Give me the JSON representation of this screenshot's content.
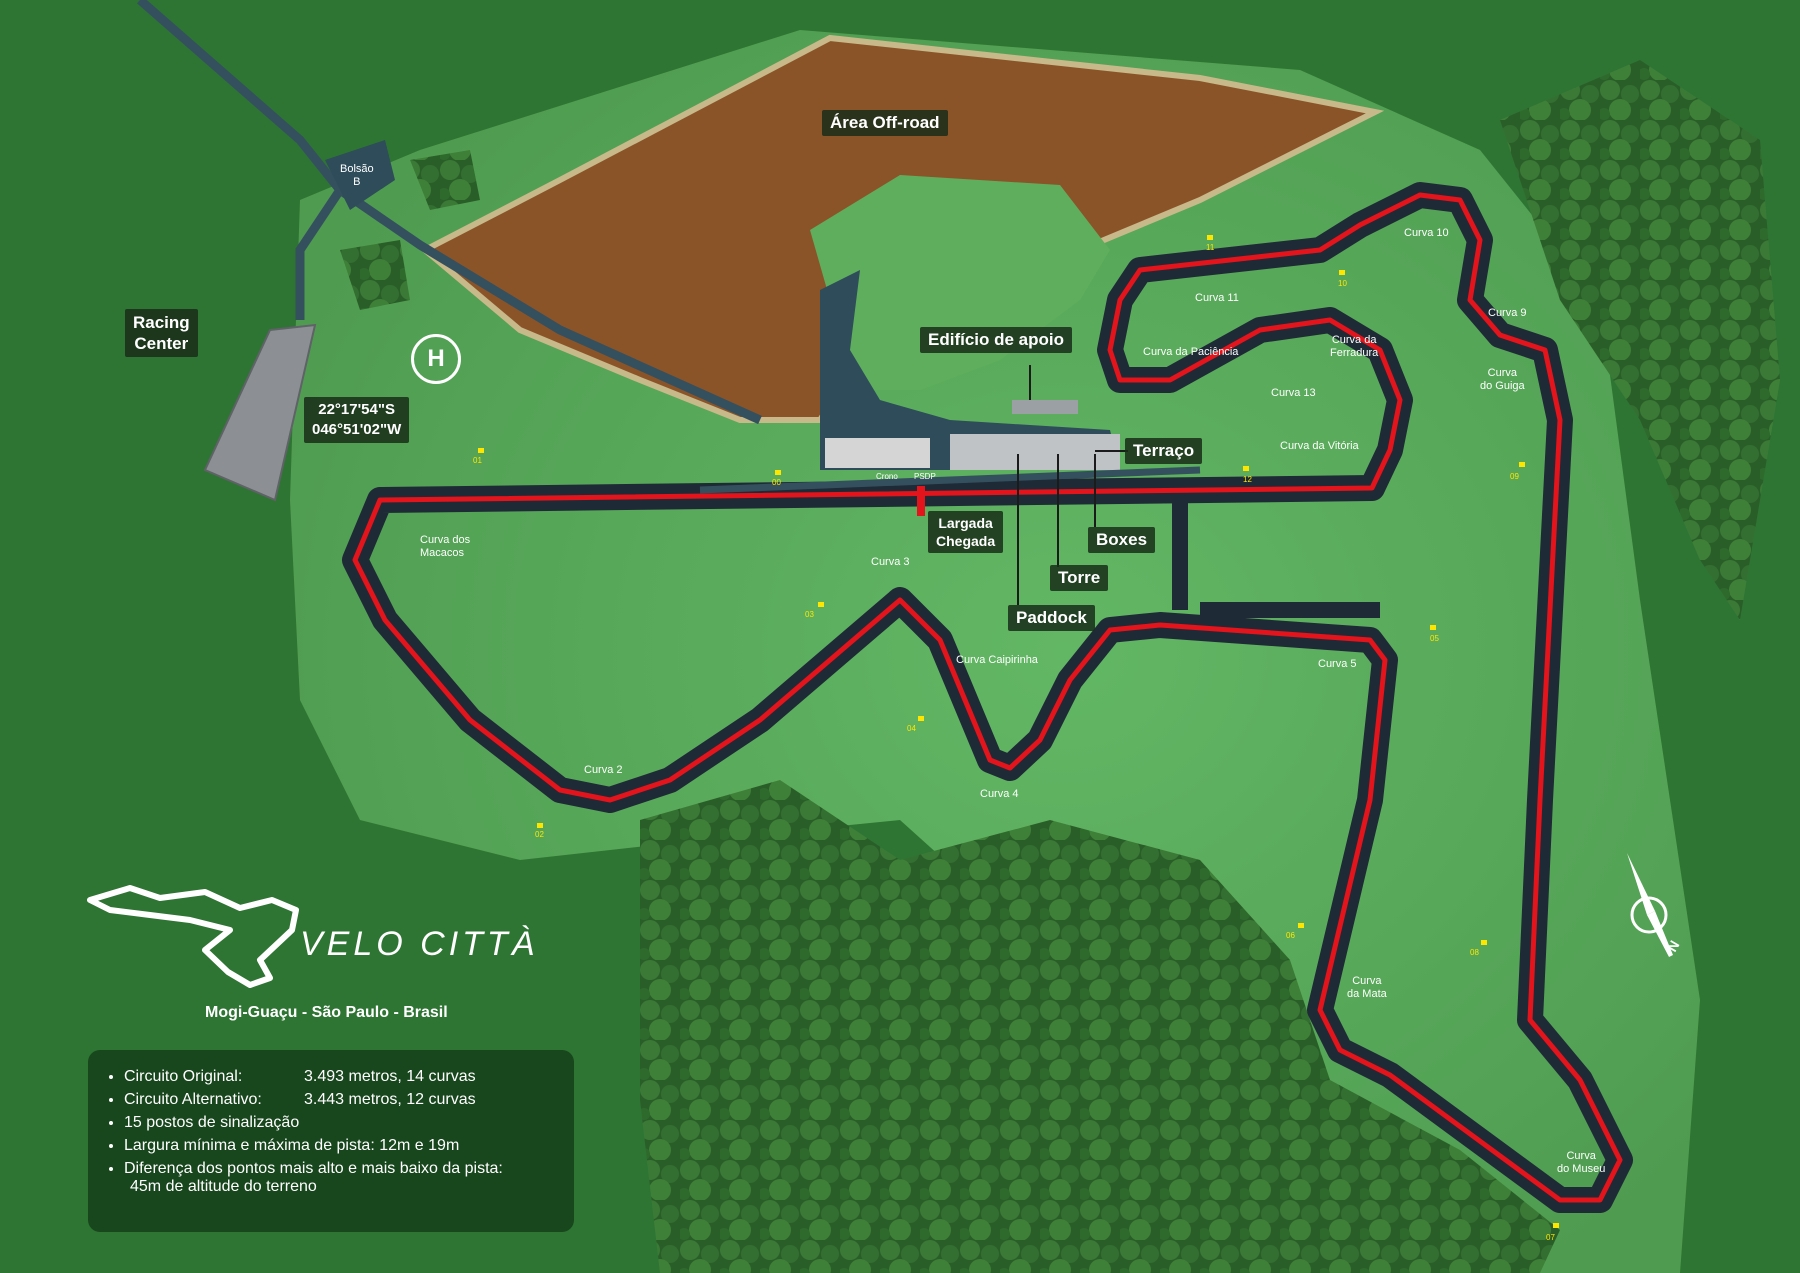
{
  "title": "VELO CITTÀ",
  "location": "Mogi-Guaçu - São Paulo - Brasil",
  "coordinates": [
    "22°17'54\"S",
    "046°51'02\"W"
  ],
  "areas": {
    "offroad": "Área Off-road",
    "racing_center": [
      "Racing",
      "Center"
    ],
    "bolsao": [
      "Bolsão",
      "B"
    ],
    "edificio": "Edifício de apoio",
    "terraco": "Terraço",
    "boxes": "Boxes",
    "torre": "Torre",
    "paddock": "Paddock",
    "largada": [
      "Largada",
      "Chegada"
    ],
    "crono": "Crono",
    "psdp": "PSDP",
    "heliport": "H"
  },
  "curves": {
    "macacos": [
      "Curva dos",
      "Macacos"
    ],
    "c2": "Curva 2",
    "c3": "Curva 3",
    "c4": "Curva 4",
    "caipirinha": "Curva Caipirinha",
    "c5": "Curva 5",
    "mata": [
      "Curva",
      "da Mata"
    ],
    "museu": [
      "Curva",
      "do Museu"
    ],
    "guiga": [
      "Curva",
      "do Guiga"
    ],
    "c9": "Curva 9",
    "c10": "Curva 10",
    "c11": "Curva 11",
    "paciencia": "Curva da Paciência",
    "ferradura": [
      "Curva da",
      "Ferradura"
    ],
    "c13": "Curva 13",
    "vitoria": "Curva da Vitória"
  },
  "posts": [
    "01",
    "02",
    "03",
    "04",
    "05",
    "06",
    "07",
    "08",
    "09",
    "10",
    "11",
    "12",
    "00"
  ],
  "info": [
    {
      "k": "Circuito Original:",
      "v": "3.493 metros, 14 curvas"
    },
    {
      "k": "Circuito Alternativo:",
      "v": "3.443 metros, 12 curvas"
    },
    {
      "k": "15 postos de sinalização",
      "v": ""
    },
    {
      "k": "Largura mínima e máxima de pista:",
      "v": "12m e 19m"
    },
    {
      "k": "Diferença dos pontos mais alto e mais baixo da pista:",
      "v": "45m de altitude do terreno"
    }
  ],
  "compass_letter": "N",
  "colors": {
    "track_line": "#e3141b",
    "asphalt": "#1e2a36",
    "offroad": "#8a5428",
    "grass": "#56a55a",
    "forest": "#2f6e2c"
  }
}
